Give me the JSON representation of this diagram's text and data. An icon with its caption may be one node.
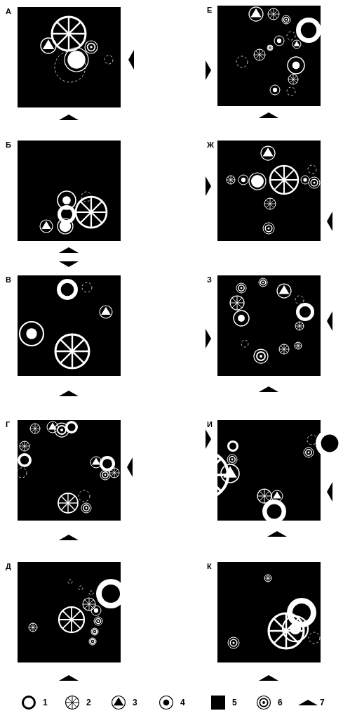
{
  "diagram": {
    "labels": [
      "А",
      "Е",
      "Б",
      "Ж",
      "В",
      "З",
      "Г",
      "И",
      "Д",
      "К"
    ],
    "legend": [
      {
        "text": "1"
      },
      {
        "text": "2"
      },
      {
        "text": "3"
      },
      {
        "text": "4"
      },
      {
        "text": "5"
      },
      {
        "text": "6"
      },
      {
        "text": "7"
      }
    ]
  }
}
